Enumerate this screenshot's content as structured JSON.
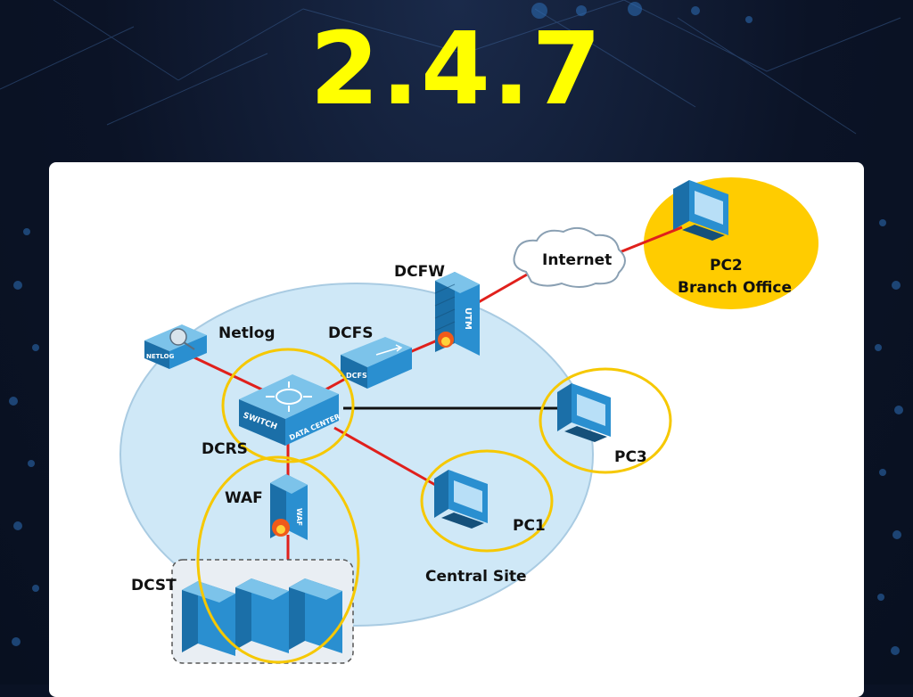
{
  "slide": {
    "title": "2.4.7"
  },
  "diagram": {
    "labels": {
      "internet": "Internet",
      "dcfw": "DCFW",
      "dcfs": "DCFS",
      "netlog": "Netlog",
      "dcrs": "DCRS",
      "waf": "WAF",
      "dcst": "DCST",
      "pc1": "PC1",
      "pc2": "PC2",
      "branch_office": "Branch Office",
      "pc3": "PC3",
      "central_site": "Central Site"
    },
    "device_text": {
      "switch": "SWITCH",
      "data_center": "DATA CENTER",
      "netlog_badge": "NETLOG",
      "dcfs_badge": "DCFS",
      "utm": "UTM",
      "waf_badge": "WAF"
    },
    "colors": {
      "link_red": "#e0201c",
      "link_black": "#111111",
      "highlight": "#f6c800",
      "site_fill": "#cfe8f7",
      "branch_fill": "#ffcc00",
      "device_blue": "#1f7fc0"
    }
  }
}
